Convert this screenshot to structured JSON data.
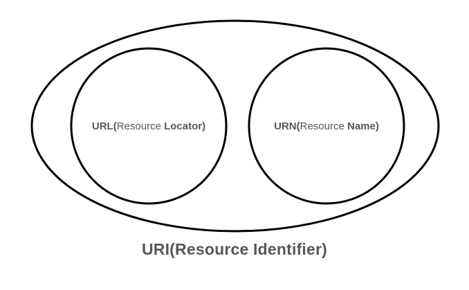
{
  "url_circle": {
    "abbr": "URL(",
    "word1": "Resource ",
    "word2": "Locator)"
  },
  "urn_circle": {
    "abbr": "URN(",
    "word1": "Resource ",
    "word2": "Name)"
  },
  "uri": {
    "label": "URI(Resource Identifier)"
  },
  "colors": {
    "stroke": "#000000",
    "text": "#575757"
  }
}
